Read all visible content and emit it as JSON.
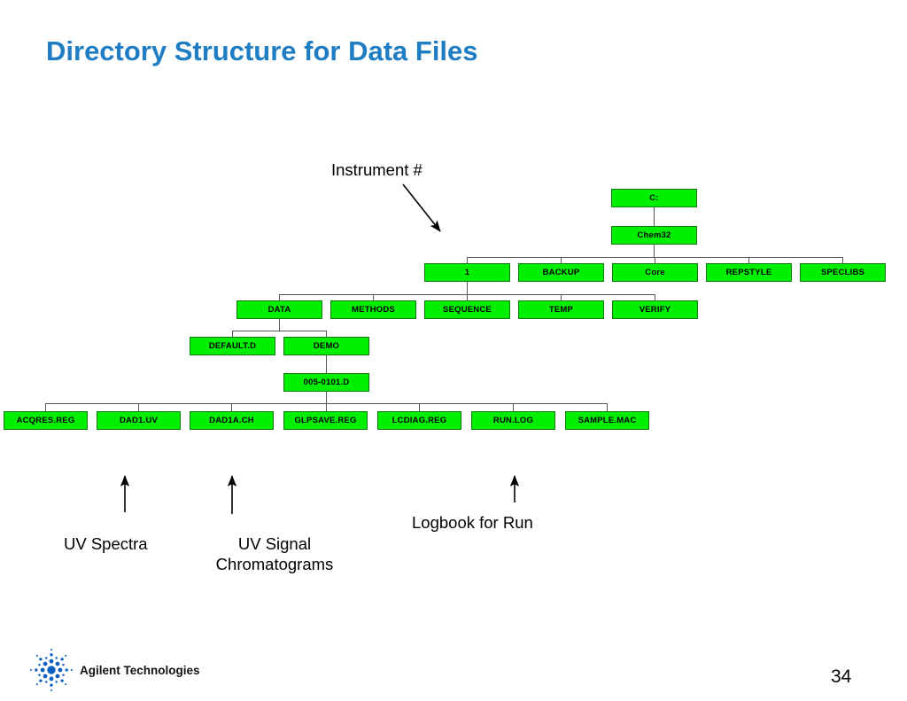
{
  "slide": {
    "title": "Directory Structure for Data Files",
    "page_number": "34",
    "title_color": "#1F7DC4",
    "node_fill_color": "#00EE00",
    "node_border_color": "#137A13",
    "connector_color": "#555555",
    "background_color": "#FFFFFF"
  },
  "footer": {
    "logo_text": "Agilent Technologies",
    "logo_icon": "agilent-starburst-icon",
    "logo_color": "#0B5FBF"
  },
  "tree": {
    "levels": [
      {
        "name": "root",
        "nodes": [
          {
            "label": "C:"
          }
        ]
      },
      {
        "name": "chem32",
        "nodes": [
          {
            "label": "Chem32"
          }
        ]
      },
      {
        "name": "chem32-children",
        "nodes": [
          {
            "label": "1"
          },
          {
            "label": "BACKUP"
          },
          {
            "label": "Core"
          },
          {
            "label": "REPSTYLE"
          },
          {
            "label": "SPECLIBS"
          }
        ]
      },
      {
        "name": "instrument-children",
        "nodes": [
          {
            "label": "DATA"
          },
          {
            "label": "METHODS"
          },
          {
            "label": "SEQUENCE"
          },
          {
            "label": "TEMP"
          },
          {
            "label": "VERIFY"
          }
        ]
      },
      {
        "name": "data-children",
        "nodes": [
          {
            "label": "DEFAULT.D"
          },
          {
            "label": "DEMO"
          }
        ]
      },
      {
        "name": "demo-children",
        "nodes": [
          {
            "label": "005-0101.D"
          }
        ]
      },
      {
        "name": "run-files",
        "nodes": [
          {
            "label": "ACQRES.REG"
          },
          {
            "label": "DAD1.UV"
          },
          {
            "label": "DAD1A.CH"
          },
          {
            "label": "GLPSAVE.REG"
          },
          {
            "label": "LCDIAG.REG"
          },
          {
            "label": "RUN.LOG"
          },
          {
            "label": "SAMPLE.MAC"
          }
        ]
      }
    ]
  },
  "annotations": {
    "instrument": {
      "text": "Instrument #",
      "arrow": "diagonal-down-right-arrow"
    },
    "uv_spectra": {
      "text": "UV Spectra",
      "arrow": "up-arrow"
    },
    "uv_signal": {
      "line1": "UV Signal",
      "line2": "Chromatograms",
      "arrow": "up-arrow"
    },
    "logbook": {
      "text": "Logbook for Run",
      "arrow": "up-arrow"
    }
  }
}
